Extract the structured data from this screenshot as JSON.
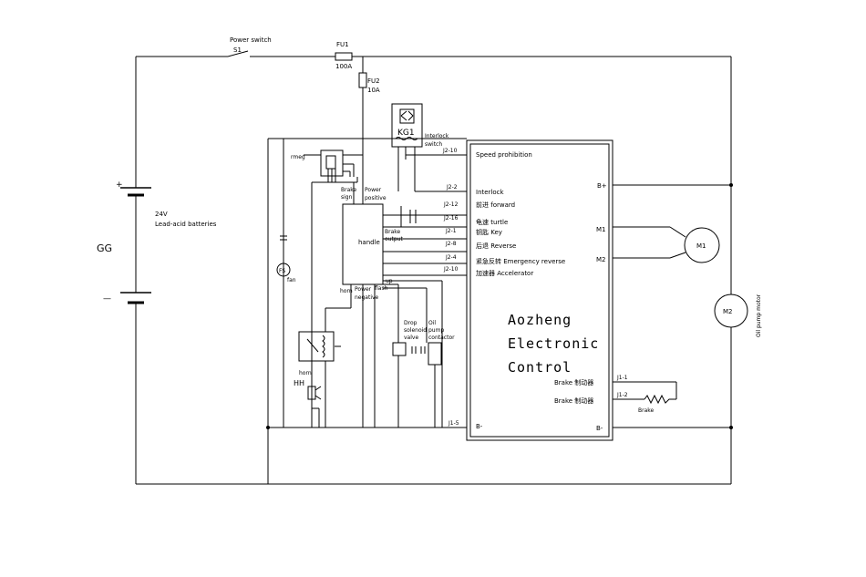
{
  "labels": {
    "power_switch": "Power switch",
    "s1": "S1",
    "fu1": "FU1",
    "fu1_rating": "100A",
    "fu2": "FU2",
    "fu2_rating": "10A",
    "kg1": "KG1",
    "interlock_switch_1": "Interlock",
    "interlock_switch_2": "switch",
    "battery_voltage": "24V",
    "battery_desc": "Lead-acid batteries",
    "battery_id": "GG",
    "plus": "+",
    "minus": "—",
    "handle": "handle",
    "power_positive_1": "Power",
    "power_positive_2": "positive",
    "brake_1": "Brake",
    "brake_2": "sign",
    "brake_output_1": "Brake",
    "brake_output_2": "output",
    "horn_neg": "horn",
    "power_negative_1": "Power",
    "power_negative_2": "negative",
    "flash": "flash",
    "up": "up",
    "fan": "fan",
    "fs": "FS",
    "horn": "horn",
    "hh": "HH",
    "drop_1": "Drop",
    "drop_2": "solenoid",
    "drop_3": "valve",
    "oil_1": "Oil",
    "oil_2": "pump",
    "oil_3": "contactor",
    "m1_motor": "M1",
    "m2_motor": "M2",
    "oil_pump_motor": "Oil pump motor",
    "brake_resistor": "Brake",
    "small_block": "rmeg"
  },
  "controller": {
    "title_line1": "Aozheng",
    "title_line2": "Electronic",
    "title_line3": "Control",
    "b_plus": "B+",
    "b_minus": "B-",
    "b_minus_right": "B-",
    "m1": "M1",
    "m2": "M2",
    "speed": "Speed prohibition",
    "interlock": "Interlock",
    "forward": "前进    forward",
    "turtle": "龟速    turtle",
    "key": "钥匙  Key",
    "reverse": "后退    Reverse",
    "emergency": "紧急反转 Emergency reverse",
    "accelerator": "加速器 Accelerator",
    "brake1": "Brake   制动器",
    "brake2": "Brake   制动器"
  },
  "pins": {
    "j2_10": "J2-10",
    "j2_2": "J2-2",
    "j2_12": "J2-12",
    "j2_16": "J2-16",
    "j2_1": "J2-1",
    "j2_8": "J2-8",
    "j2_4": "J2-4",
    "j2_10b": "J2-10",
    "j1_1": "J1-1",
    "j1_2": "J1-2",
    "j1_5": "J1-5"
  }
}
